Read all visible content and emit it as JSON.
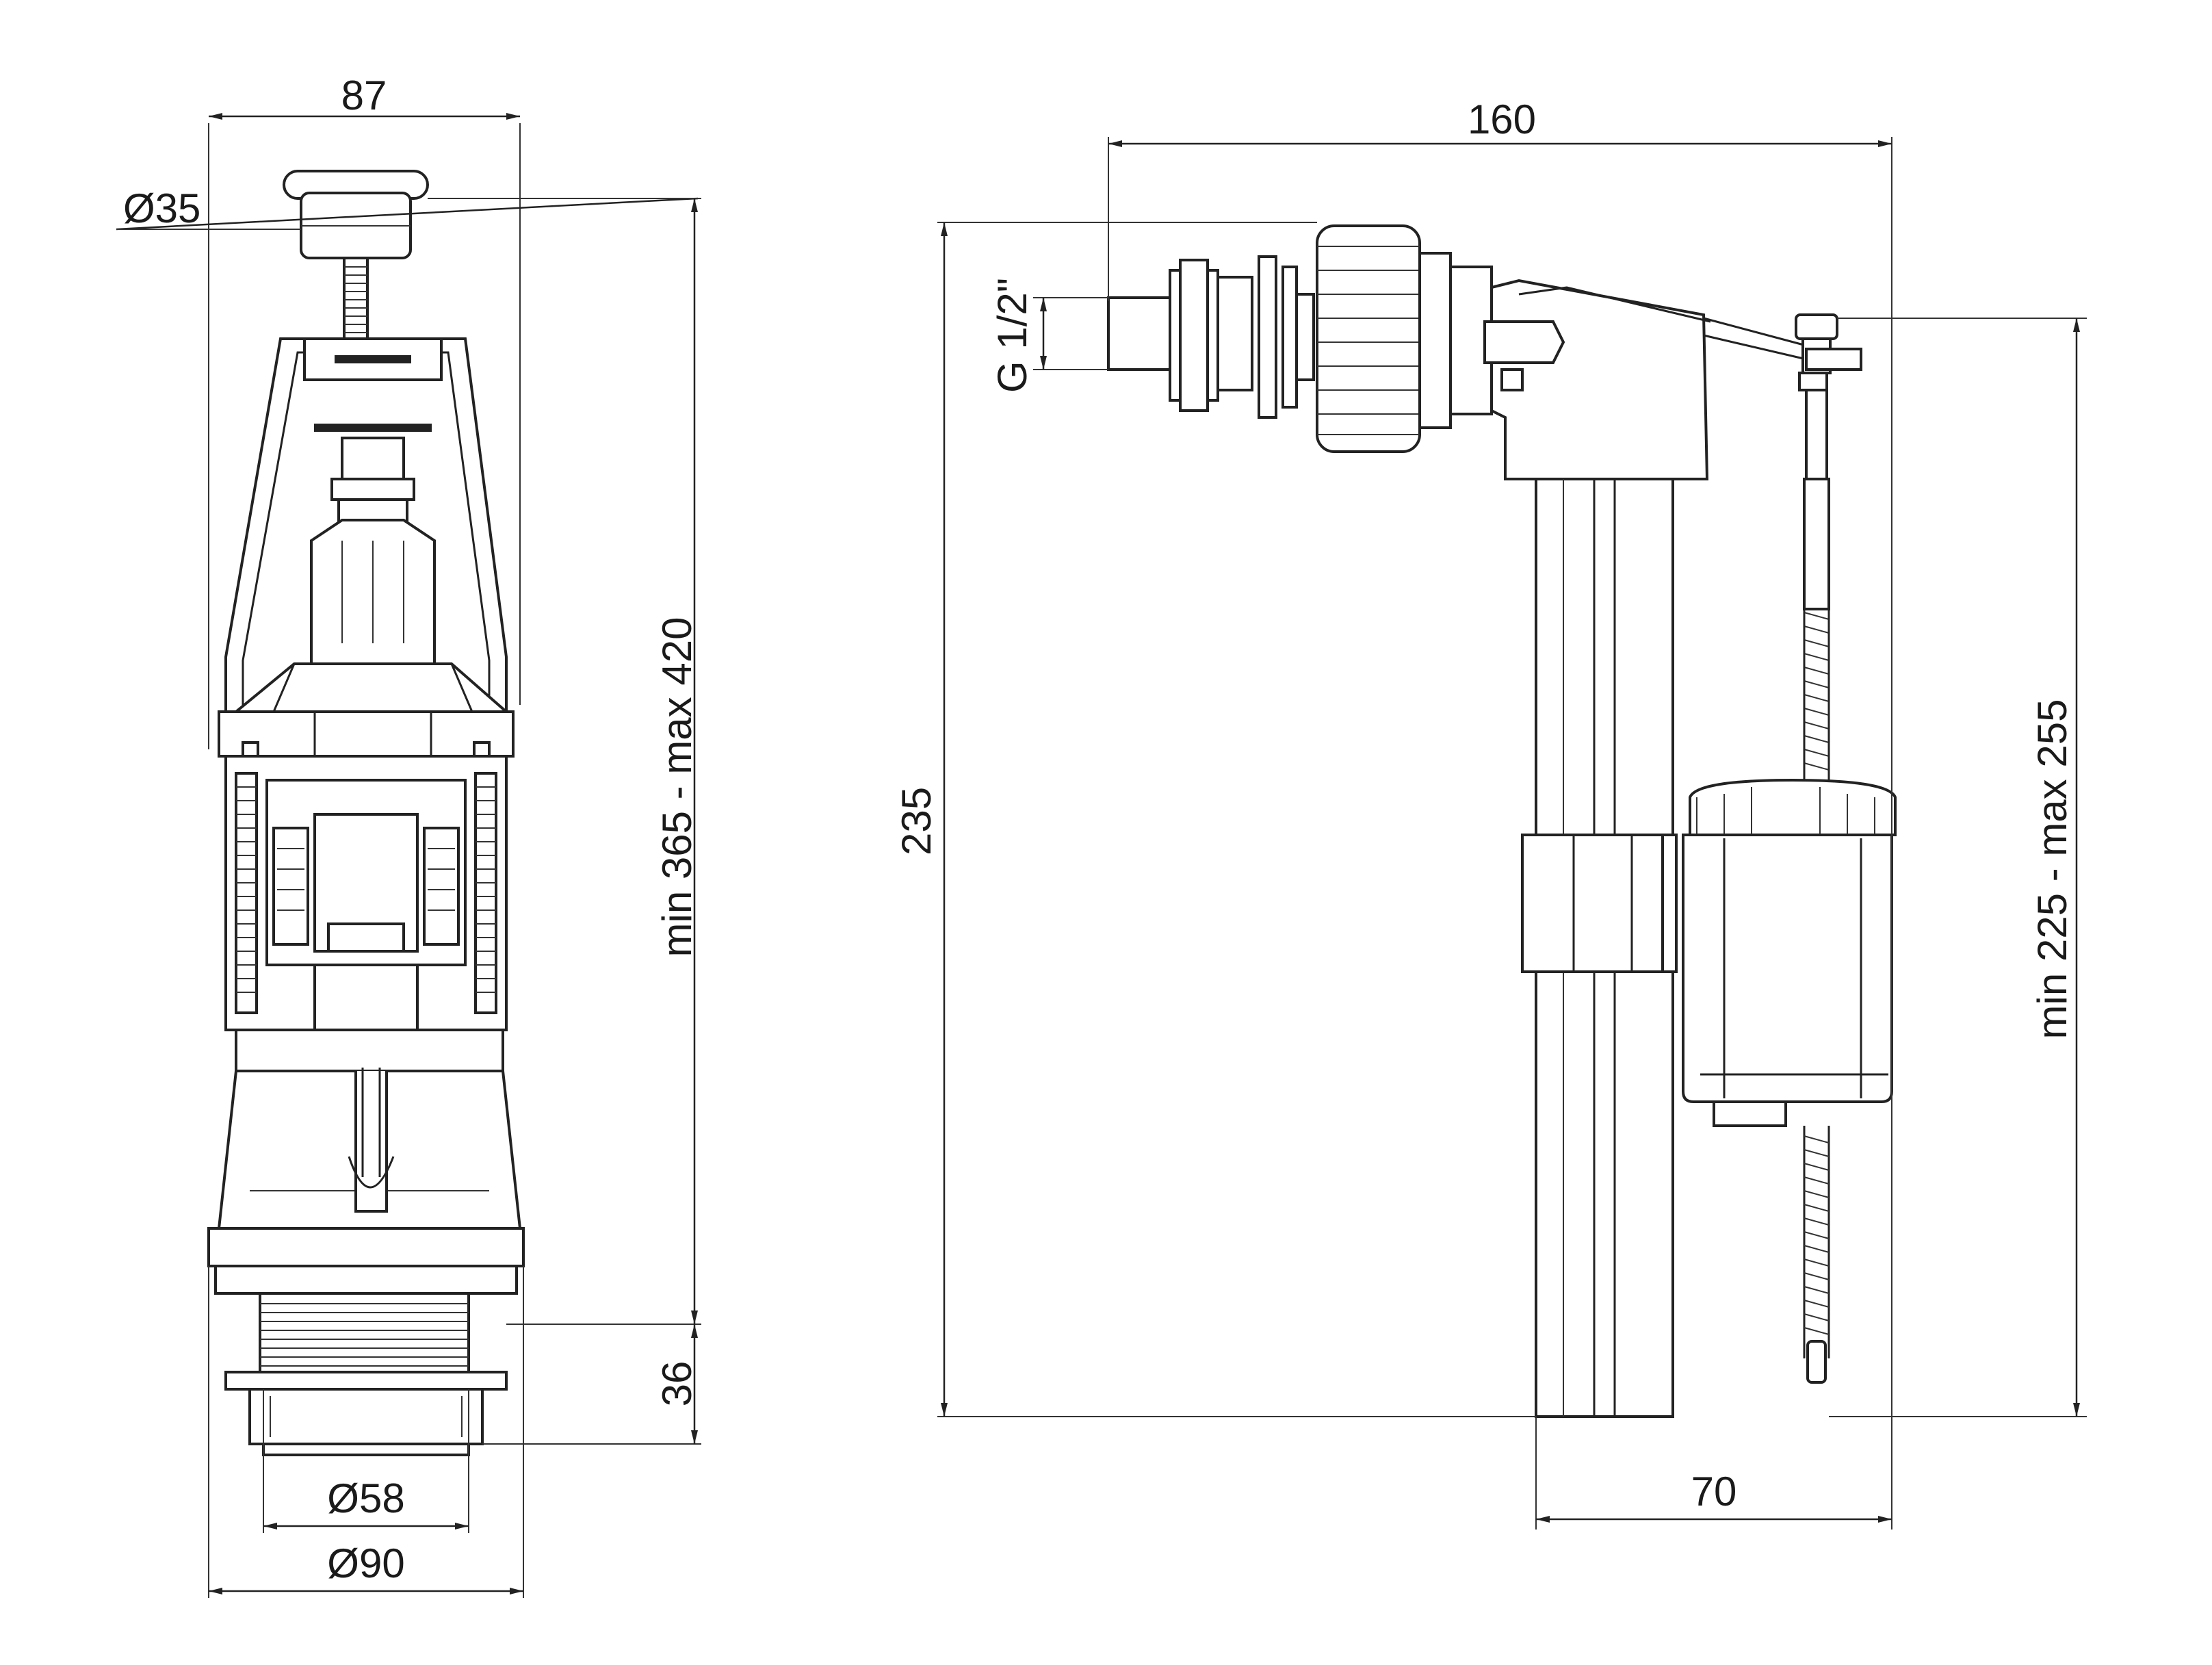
{
  "left_view": {
    "width_label": "87",
    "button_diameter_label": "Ø35",
    "height_range_label": "min 365 - max 420",
    "thread_height_label": "36",
    "inner_diameter_label": "Ø58",
    "outer_diameter_label": "Ø90"
  },
  "right_view": {
    "length_label": "160",
    "thread_label": "G 1/2\"",
    "height_label": "235",
    "height_range_label": "min 225 - max 255",
    "float_width_label": "70"
  },
  "colors": {
    "line": "#222222",
    "background": "#ffffff"
  }
}
